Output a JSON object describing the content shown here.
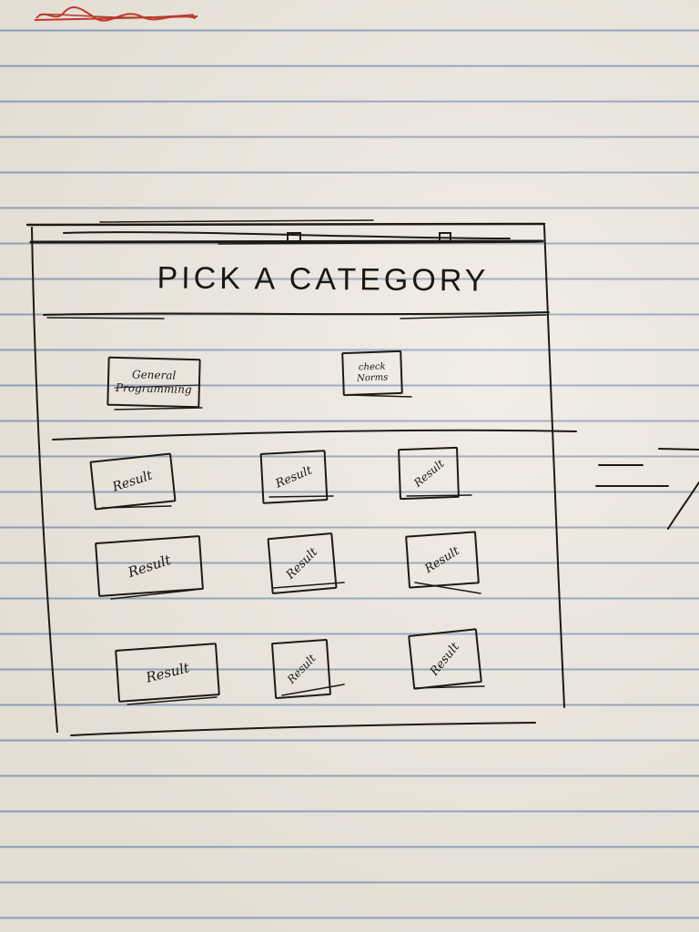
{
  "title": "PICK A CATEGORY",
  "categories": [
    {
      "label_line1": "General",
      "label_line2": "Programming"
    },
    {
      "label_line1": "check",
      "label_line2": "Norms"
    }
  ],
  "results": [
    {
      "label": "Result"
    },
    {
      "label": "Result"
    },
    {
      "label": "Result"
    },
    {
      "label": "Result"
    },
    {
      "label": "Result"
    },
    {
      "label": "Result"
    },
    {
      "label": "Result"
    },
    {
      "label": "Result"
    },
    {
      "label": "Result"
    }
  ],
  "colors": {
    "paper": "#efe9df",
    "rule_line": "#8296b9",
    "ink": "#1c1712",
    "red_ink": "#c0392b"
  }
}
